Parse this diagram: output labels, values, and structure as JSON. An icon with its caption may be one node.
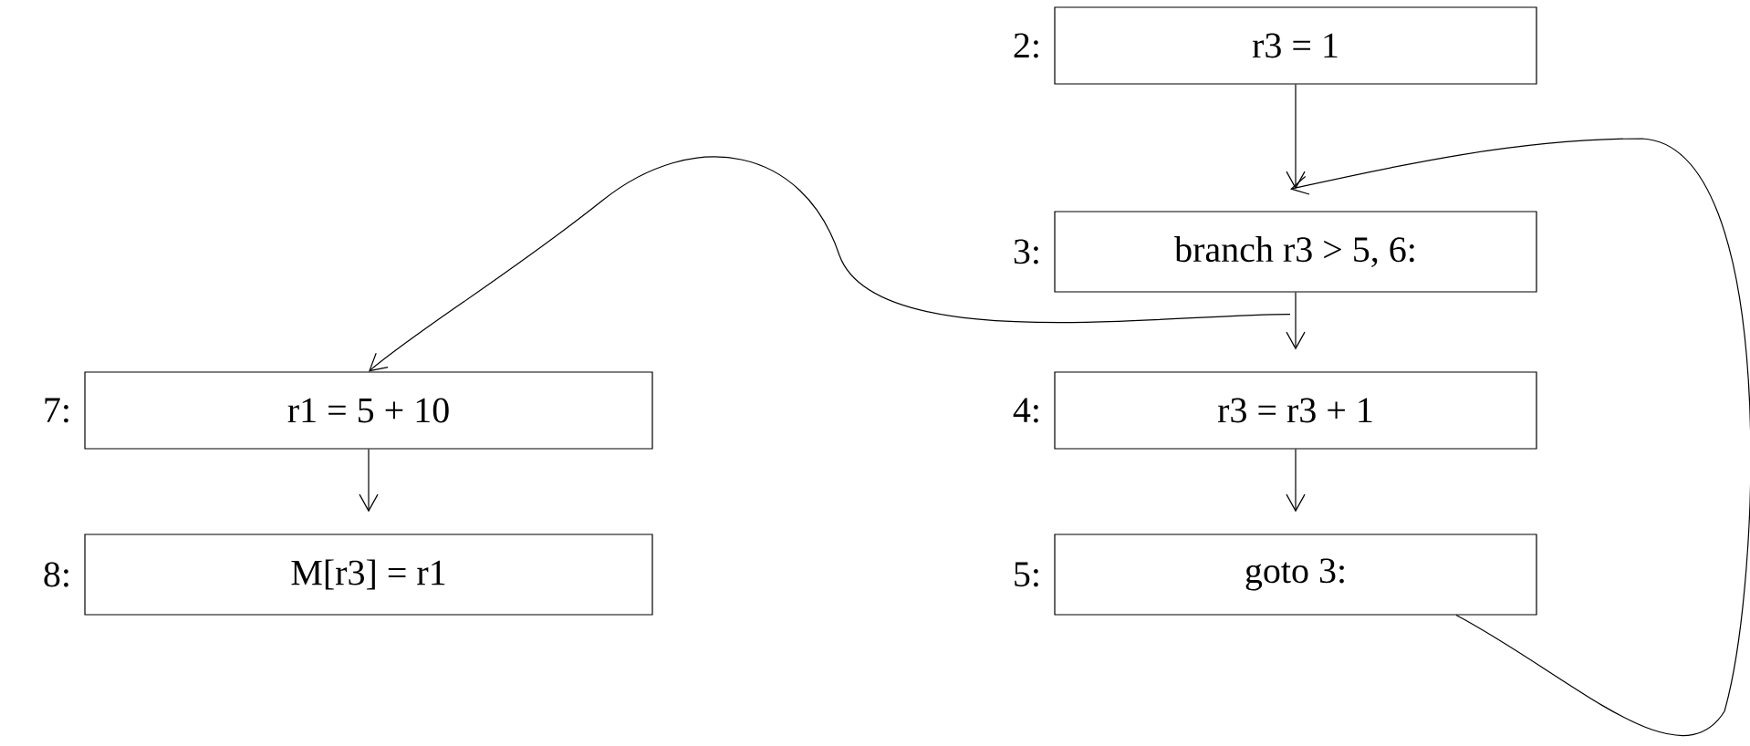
{
  "diagram": {
    "nodes": [
      {
        "text": [
          "r3 = 1"
        ],
        "beside": [
          "2:"
        ]
      },
      {
        "text": [
          "branch r3 > 5, 6:"
        ],
        "beside": [
          "3:"
        ]
      },
      {
        "text": [
          "r3 = r3 + 1"
        ],
        "beside": [
          "4:"
        ]
      },
      {
        "text": [
          "goto 3:"
        ],
        "beside": [
          "5:"
        ]
      },
      {
        "text": [
          "r1 = 5 + 10"
        ],
        "beside": [
          "7:"
        ]
      },
      {
        "text": [
          "M[r3] = r1"
        ],
        "beside": [
          "8:"
        ]
      }
    ],
    "edges": [
      {
        "from": 0,
        "to": 1,
        "arrow": "to"
      },
      {
        "from": 1,
        "to": 2,
        "arrow": "to"
      },
      {
        "from": 2,
        "to": 3,
        "arrow": "to"
      },
      {
        "from": 4,
        "to": 5,
        "arrow": "to"
      },
      {
        "from": 1,
        "to": 4,
        "arrow": "to"
      },
      {
        "from": 3,
        "to": 1,
        "arrow": "to"
      }
    ]
  }
}
